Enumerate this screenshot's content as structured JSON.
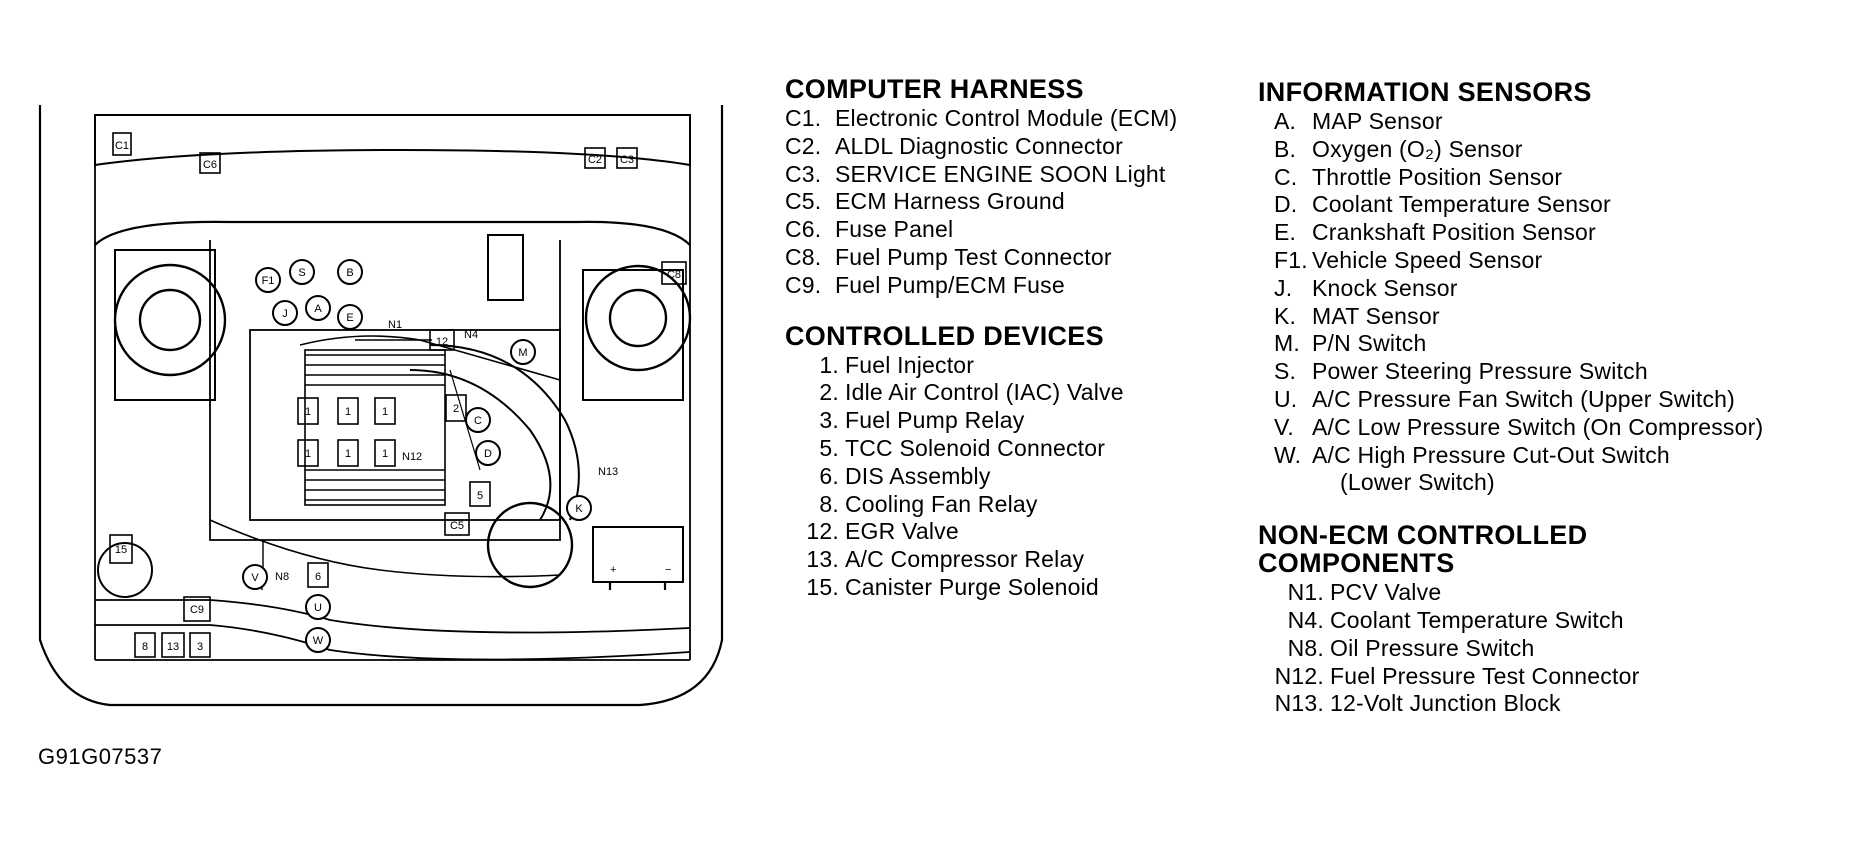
{
  "diagram": {
    "box_labels": {
      "c1": "C1",
      "c6": "C6",
      "c2": "C2",
      "c3": "C3",
      "c8": "C8",
      "relay12": "12",
      "relay2": "2",
      "c5": "C5",
      "relay5": "5",
      "fuse15": "15",
      "c9": "C9",
      "relay8": "8",
      "relay13": "13",
      "relay3": "3",
      "relay6": "6",
      "coil": [
        "1",
        "1",
        "1",
        "1",
        "1",
        "1"
      ]
    },
    "circle_labels": {
      "f1": "F1",
      "s": "S",
      "b": "B",
      "j": "J",
      "a": "A",
      "e": "E",
      "m": "M",
      "c": "C",
      "d": "D",
      "k": "K",
      "v": "V",
      "u": "U",
      "w": "W"
    },
    "n_labels": {
      "n1": "N1",
      "n4": "N4",
      "n12": "N12",
      "n13": "N13",
      "n8": "N8"
    },
    "battery": {
      "plus": "+",
      "minus": "−"
    }
  },
  "computer_harness": {
    "title": "COMPUTER HARNESS",
    "items": [
      {
        "code": "C1.",
        "text": "Electronic Control Module (ECM)"
      },
      {
        "code": "C2.",
        "text": "ALDL Diagnostic Connector"
      },
      {
        "code": "C3.",
        "text": "SERVICE ENGINE SOON Light"
      },
      {
        "code": "C5.",
        "text": "ECM Harness Ground"
      },
      {
        "code": "C6.",
        "text": "Fuse Panel"
      },
      {
        "code": "C8.",
        "text": "Fuel Pump Test Connector"
      },
      {
        "code": "C9.",
        "text": "Fuel Pump/ECM Fuse"
      }
    ]
  },
  "controlled_devices": {
    "title": "CONTROLLED DEVICES",
    "items": [
      {
        "code": "1.",
        "text": "Fuel Injector"
      },
      {
        "code": "2.",
        "text": "Idle Air Control (IAC) Valve"
      },
      {
        "code": "3.",
        "text": "Fuel Pump Relay"
      },
      {
        "code": "5.",
        "text": "TCC Solenoid Connector"
      },
      {
        "code": "6.",
        "text": "DIS Assembly"
      },
      {
        "code": "8.",
        "text": "Cooling Fan Relay"
      },
      {
        "code": "12.",
        "text": "EGR Valve"
      },
      {
        "code": "13.",
        "text": "A/C Compressor Relay"
      },
      {
        "code": "15.",
        "text": "Canister Purge Solenoid"
      }
    ]
  },
  "information_sensors": {
    "title": "INFORMATION SENSORS",
    "items": [
      {
        "code": "A.",
        "text": "MAP Sensor"
      },
      {
        "code": "B.",
        "text": "Oxygen (O₂) Sensor"
      },
      {
        "code": "C.",
        "text": "Throttle Position Sensor"
      },
      {
        "code": "D.",
        "text": "Coolant Temperature Sensor"
      },
      {
        "code": "E.",
        "text": "Crankshaft Position Sensor"
      },
      {
        "code": "F1.",
        "text": "Vehicle Speed Sensor"
      },
      {
        "code": "J.",
        "text": "Knock Sensor"
      },
      {
        "code": "K.",
        "text": "MAT Sensor"
      },
      {
        "code": "M.",
        "text": "P/N Switch"
      },
      {
        "code": "S.",
        "text": "Power Steering Pressure Switch"
      },
      {
        "code": "U.",
        "text": "A/C Pressure Fan Switch (Upper Switch)"
      },
      {
        "code": "V.",
        "text": "A/C Low Pressure Switch (On Compressor)"
      },
      {
        "code": "W.",
        "text": "A/C High Pressure Cut-Out Switch"
      },
      {
        "code": "",
        "text": "(Lower Switch)"
      }
    ]
  },
  "non_ecm_components": {
    "title_line1": "NON-ECM CONTROLLED",
    "title_line2": "COMPONENTS",
    "items": [
      {
        "code": "N1.",
        "text": "PCV Valve"
      },
      {
        "code": "N4.",
        "text": "Coolant Temperature Switch"
      },
      {
        "code": "N8.",
        "text": "Oil Pressure Switch"
      },
      {
        "code": "N12.",
        "text": "Fuel Pressure Test Connector"
      },
      {
        "code": "N13.",
        "text": "12-Volt Junction Block"
      }
    ]
  },
  "figure_id": "G91G07537"
}
